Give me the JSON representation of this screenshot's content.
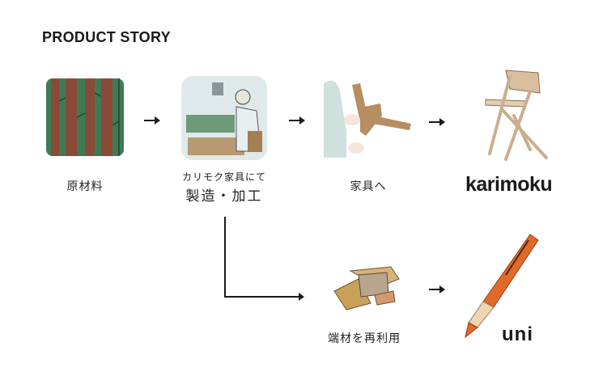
{
  "title": "PRODUCT STORY",
  "steps": [
    {
      "id": "raw-material",
      "label": "原材料",
      "illustration": "forest-trees"
    },
    {
      "id": "manufacturing",
      "label_small": "カリモク家具にて",
      "label_big": "製造・加工",
      "illustration": "factory-worker"
    },
    {
      "id": "to-furniture",
      "label": "家具へ",
      "illustration": "hands-assembling-chair"
    },
    {
      "id": "karimoku-product",
      "brand": "karimoku",
      "illustration": "wooden-chair"
    },
    {
      "id": "offcut-reuse",
      "label": "端材を再利用",
      "illustration": "wood-offcuts"
    },
    {
      "id": "uni-product",
      "brand": "uni",
      "illustration": "orange-wooden-pen"
    }
  ],
  "colors": {
    "text": "#1a1a1a",
    "tree_trunk": "#8a4a38",
    "forest_green": "#3f7a55",
    "wood": "#c9a57a",
    "pen_orange": "#e06a2a",
    "pen_grip": "#f0d6b0"
  }
}
